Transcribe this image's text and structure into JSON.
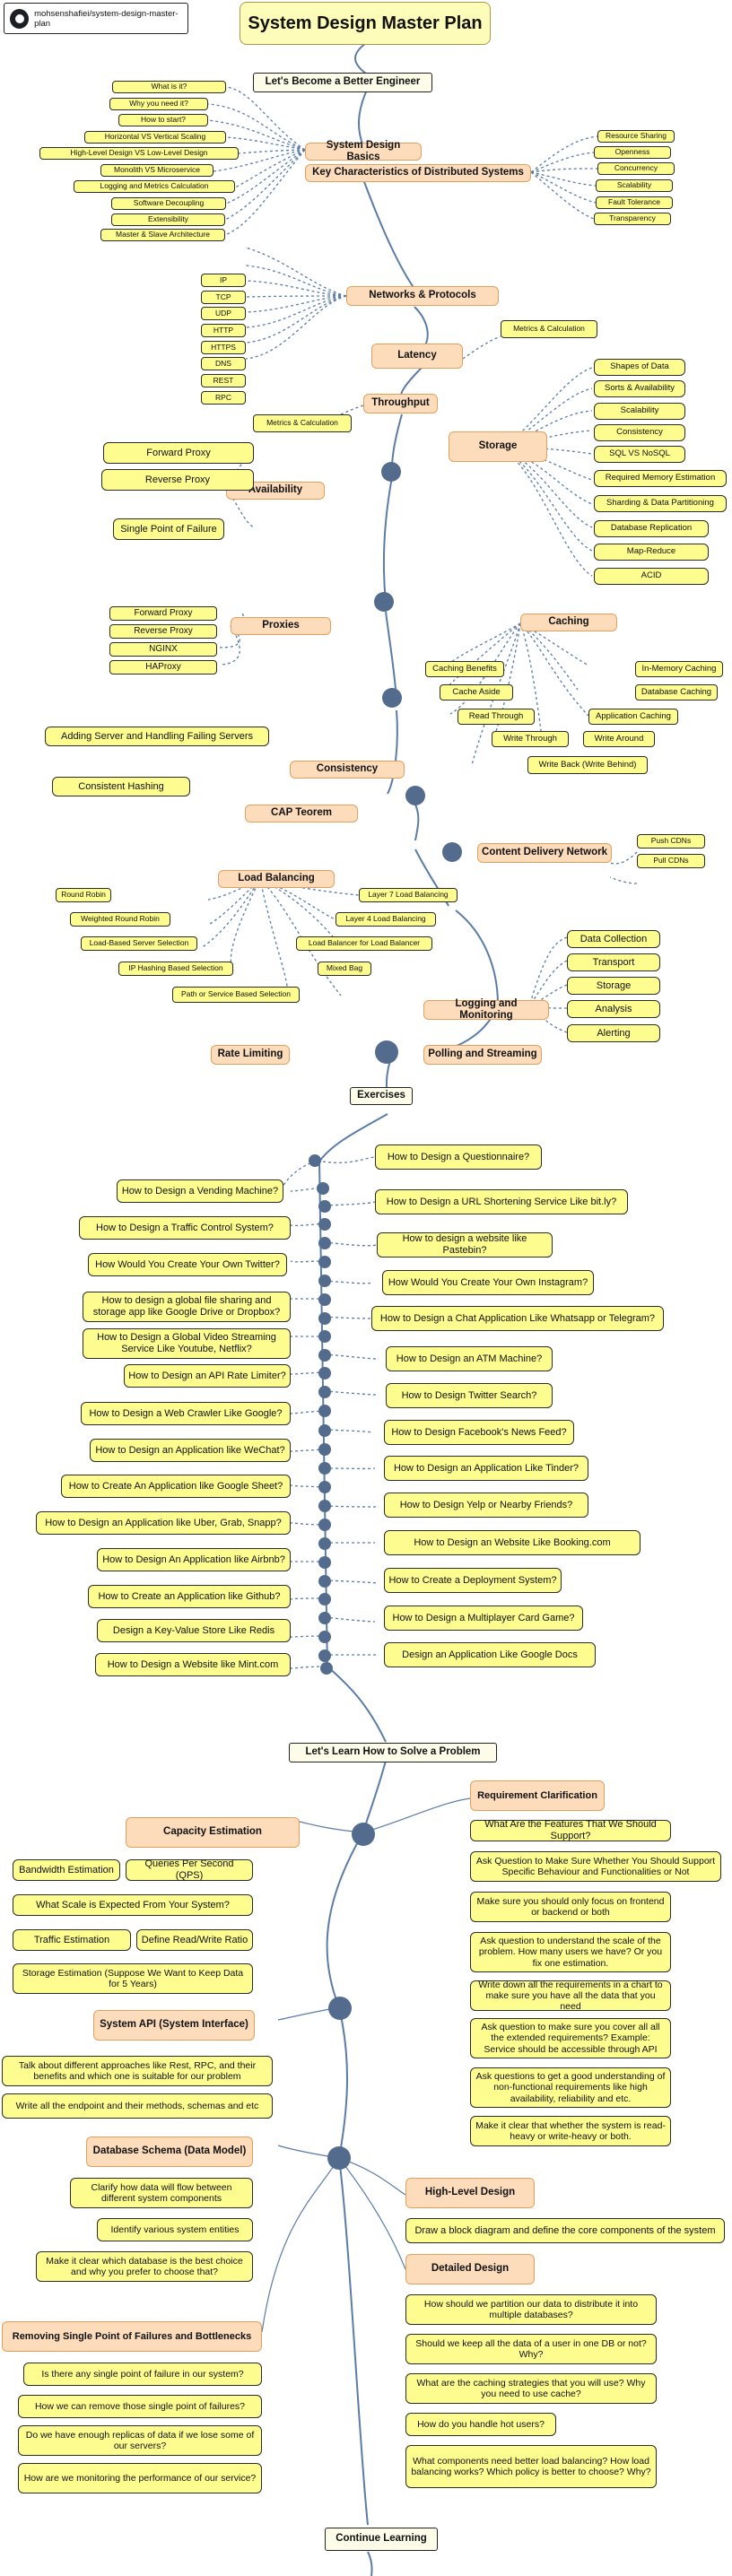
{
  "header": {
    "github_label": "mohsenshafiei/system-design-master-plan",
    "title": "System Design Master Plan"
  },
  "sections": {
    "become_better": "Let's Become a Better Engineer",
    "basics": "System Design Basics",
    "key_characteristics": "Key Characteristics of Distributed Systems",
    "networks": "Networks & Protocols",
    "latency": "Latency",
    "throughput": "Throughput",
    "storage": "Storage",
    "availability": "Availability",
    "proxies": "Proxies",
    "caching": "Caching",
    "consistency": "Consistency",
    "cap": "CAP Teorem",
    "cdn": "Content Delivery Network",
    "load_balancing": "Load Balancing",
    "logging": "Logging and Monitoring",
    "rate_limiting": "Rate Limiting",
    "polling": "Polling and Streaming",
    "exercises": "Exercises",
    "solve_problem": "Let's Learn How to Solve a Problem",
    "requirement": "Requirement Clarification",
    "capacity": "Capacity Estimation",
    "api": "System API (System Interface)",
    "schema": "Database Schema (Data Model)",
    "high_level": "High-Level Design",
    "detailed": "Detailed Design",
    "spof": "Removing Single Point of Failures and Bottlenecks",
    "continue": "Continue Learning"
  },
  "basics_items": [
    "What is it?",
    "Why you need it?",
    "How to start?",
    "Horizontal VS Vertical Scaling",
    "High-Level Design VS Low-Level Design",
    "Monolith VS Microservice",
    "Logging and Metrics Calculation",
    "Software Decoupling",
    "Extensibility",
    "Master & Slave Architecture"
  ],
  "key_items": [
    "Resource Sharing",
    "Openness",
    "Concurrency",
    "Scalability",
    "Fault Tolerance",
    "Transparency"
  ],
  "protocols": [
    "IP",
    "TCP",
    "UDP",
    "HTTP",
    "HTTPS",
    "DNS",
    "REST",
    "RPC"
  ],
  "latency_metrics": "Metrics & Calculation",
  "throughput_metrics": "Metrics & Calculation",
  "storage_items": [
    "Shapes of Data",
    "Sorts & Availability",
    "Scalability",
    "Consistency",
    "SQL VS NoSQL",
    "Required Memory Estimation",
    "Sharding & Data Partitioning",
    "Database Replication",
    "Map-Reduce",
    "ACID"
  ],
  "availability_items": [
    "Forward Proxy",
    "Reverse Proxy",
    "Single Point of Failure"
  ],
  "proxies_items": [
    "Forward Proxy",
    "Reverse Proxy",
    "NGINX",
    "HAProxy"
  ],
  "caching_items": [
    "Caching Benefits",
    "Cache Aside",
    "Read Through",
    "Write Through",
    "Write Back (Write Behind)",
    "Write Around",
    "Application Caching",
    "Database Caching",
    "In-Memory Caching"
  ],
  "consistency_items": [
    "Adding Server and Handling Failing Servers",
    "Consistent Hashing"
  ],
  "cdn_items": [
    "Push CDNs",
    "Pull CDNs"
  ],
  "lb_items": [
    "Round Robin",
    "Weighted Round Robin",
    "Load-Based Server Selection",
    "IP Hashing Based Selection",
    "Path or Service Based Selection",
    "Mixed Bag",
    "Load Balancer for Load Balancer",
    "Layer 4 Load Balancing",
    "Layer 7 Load Balancing"
  ],
  "logging_items": [
    "Data Collection",
    "Transport",
    "Storage",
    "Analysis",
    "Alerting"
  ],
  "exercises_left": [
    "How to Design a Vending Machine?",
    "How to Design a Traffic Control System?",
    "How Would You Create Your Own Twitter?",
    "How to design a global file sharing and storage app like Google Drive or Dropbox?",
    "How to Design a Global Video Streaming Service Like Youtube, Netflix?",
    "How to Design an API Rate Limiter?",
    "How to Design a Web Crawler Like Google?",
    "How to Design an Application like WeChat?",
    "How to Create An Application like Google Sheet?",
    "How to Design an Application like Uber, Grab, Snapp?",
    "How to Design An Application like Airbnb?",
    "How to Create an Application like Github?",
    "Design a Key-Value Store Like Redis",
    "How to Design a Website like Mint.com"
  ],
  "exercises_right": [
    "How to Design a Questionnaire?",
    "How to Design a URL Shortening Service Like bit.ly?",
    "How to design a website like Pastebin?",
    "How Would You Create Your Own Instagram?",
    "How to Design a Chat Application Like Whatsapp or Telegram?",
    "How to Design an ATM Machine?",
    "How to Design Twitter Search?",
    "How to Design Facebook's News Feed?",
    "How to Design an Application Like Tinder?",
    "How to Design Yelp or Nearby Friends?",
    "How to Design an Website Like Booking.com",
    "How to Create a Deployment System?",
    "How to Design a Multiplayer Card Game?",
    "Design an Application Like Google Docs"
  ],
  "requirement_items": [
    "What Are the Features That We Should Support?",
    "Ask Question to Make Sure Whether You Should Support Specific Behaviour and Functionalities or Not",
    "Make sure you should only focus on frontend or backend or both",
    "Ask question to understand the scale of the problem. How many users we have? Or you fix one estimation.",
    "Write down all the requirements in a chart to make sure you have all the data that you need",
    "Ask question to make sure you cover all all the extended requirements? Example: Service should be accessible through API",
    "Ask questions to get a good understanding of non-functional requirements like high availability, reliability and etc.",
    "Make it clear that whether the system is read-heavy or write-heavy or both."
  ],
  "capacity_items": [
    "Bandwidth Estimation",
    "Queries Per Second (QPS)",
    "What Scale is Expected From Your System?",
    "Traffic Estimation",
    "Define Read/Write Ratio",
    "Storage Estimation (Suppose We Want to Keep Data for 5 Years)"
  ],
  "api_items": [
    "Talk about different approaches like Rest, RPC, and their benefits and which one is suitable for our problem",
    "Write all the endpoint and their methods, schemas and etc"
  ],
  "schema_items": [
    "Clarify how data will flow between different system components",
    "Identify various system entities",
    "Make it clear which database is the best choice and why you prefer to choose that?"
  ],
  "high_level_items": [
    "Draw a block diagram and define the core components of the system"
  ],
  "detailed_items": [
    "How should we partition our data to distribute it into multiple databases?",
    "Should we keep all the data of a user in one DB or not? Why?",
    "What are the caching strategies that you will use? Why you need to use cache?",
    "How do you handle hot users?",
    "What components need better load balancing? How load balancing works? Which policy is better to choose? Why?"
  ],
  "spof_items": [
    "Is there any single point of failure in our system?",
    "How we can remove those single point of failures?",
    "Do we have enough replicas of data if we lose some of our servers?",
    "How are we monitoring the performance of our service?"
  ],
  "colors": {
    "node_fill": "#fdfc8f",
    "topic_fill": "#fddcbc",
    "topic_border": "#e3a05d",
    "spine": "#5b7ca6",
    "dot": "#536c8d",
    "title_fill": "#fdfcb8"
  }
}
